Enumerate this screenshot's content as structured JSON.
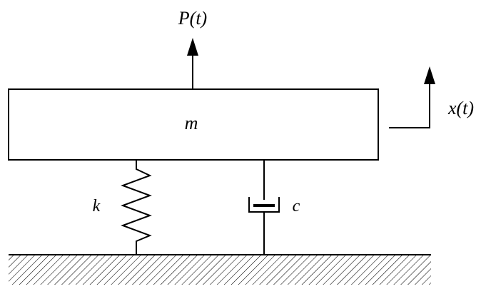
{
  "labels": {
    "force": "P(t)",
    "displacement": "x(t)",
    "mass": "m",
    "spring": "k",
    "damper": "c"
  },
  "colors": {
    "line": "#000000",
    "background": "#ffffff"
  }
}
